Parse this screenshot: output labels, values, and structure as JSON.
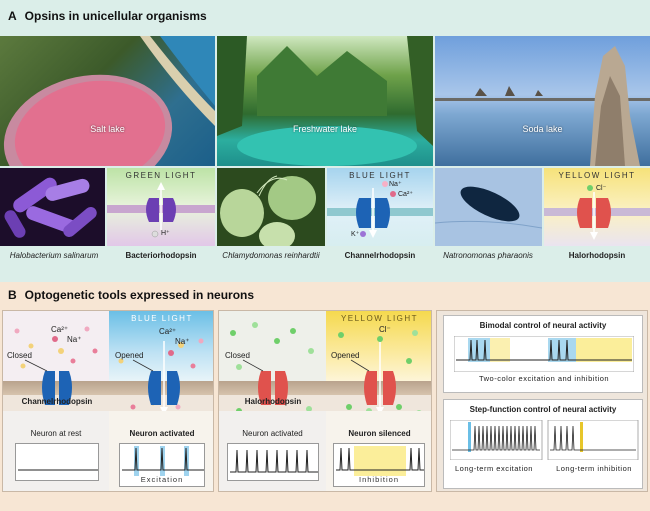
{
  "panel_a": {
    "letter": "A",
    "title": "Opsins in unicellular organisms",
    "photos": [
      {
        "label": "Salt lake"
      },
      {
        "label": "Freshwater lake"
      },
      {
        "label": "Soda lake"
      }
    ],
    "lights": {
      "green": "GREEN LIGHT",
      "blue": "BLUE LIGHT",
      "yellow": "YELLOW LIGHT"
    },
    "ions": {
      "h": "H⁺",
      "na": "Na⁺",
      "ca": "Ca²⁺",
      "k": "K⁺",
      "cl": "Cl⁻"
    },
    "captions": {
      "halobacterium": "Halobacterium salinarum",
      "bacteriorhodopsin": "Bacteriorhodopsin",
      "chlamydomonas": "Chlamydomonas reinhardtii",
      "channelrhodopsin": "Channelrhodopsin",
      "natronomonas": "Natronomonas pharaonis",
      "halorhodopsin": "Halorhodopsin"
    }
  },
  "panel_b": {
    "letter": "B",
    "title": "Optogenetic tools expressed in neurons",
    "blue_light": "BLUE LIGHT",
    "yellow_light": "YELLOW LIGHT",
    "ions": {
      "ca": "Ca²⁺",
      "na": "Na⁺",
      "cl": "Cl⁻"
    },
    "states": {
      "closed": "Closed",
      "opened": "Opened"
    },
    "proteins": {
      "channelrhodopsin": "Channelrhodopsin",
      "halorhodopsin": "Halorhodopsin"
    },
    "neuron_states": {
      "rest": "Neuron at rest",
      "activated": "Neuron activated",
      "activated2": "Neuron activated",
      "silenced": "Neuron silenced"
    },
    "trace_labels": {
      "excitation": "Excitation",
      "inhibition": "Inhibition"
    },
    "bimodal": {
      "title": "Bimodal control of neural activity",
      "label": "Two-color excitation and inhibition"
    },
    "step": {
      "title": "Step-function control of neural activity",
      "label_long_excitation": "Long-term excitation",
      "label_long_inhibition": "Long-term inhibition"
    }
  }
}
